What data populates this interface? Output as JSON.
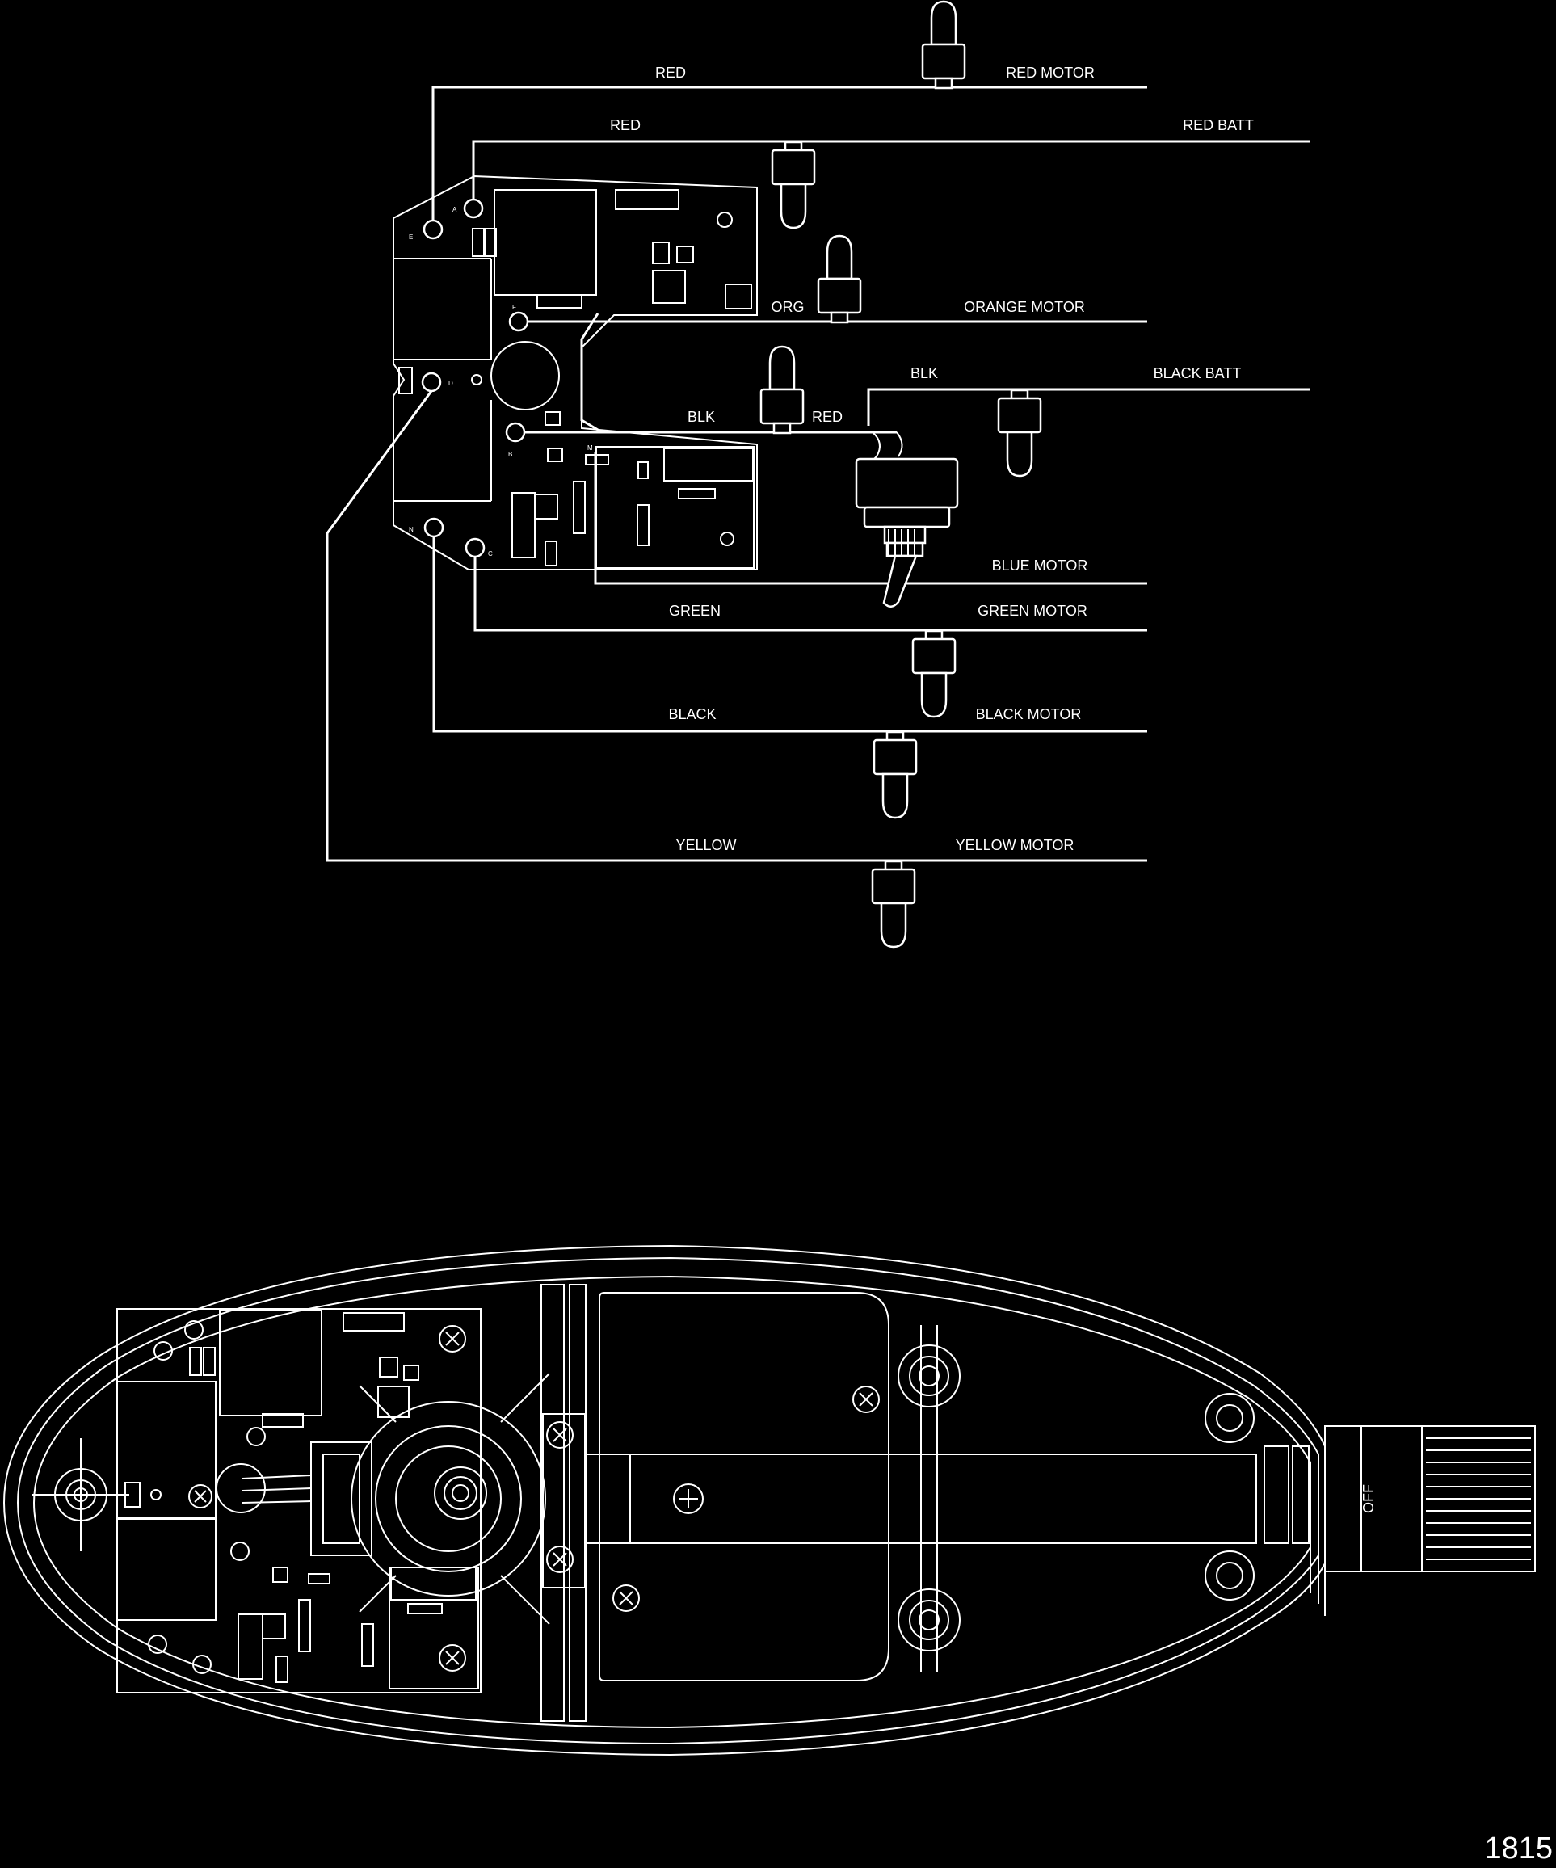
{
  "wire_labels": {
    "red_top": "RED",
    "red_motor": "RED MOTOR",
    "red_second": "RED",
    "red_batt": "RED BATT",
    "org": "ORG",
    "orange_motor": "ORANGE MOTOR",
    "blk_right": "BLK",
    "black_batt": "BLACK BATT",
    "blk_left": "BLK",
    "red_switch": "RED",
    "blue_motor": "BLUE MOTOR",
    "green": "GREEN",
    "green_motor": "GREEN MOTOR",
    "black": "BLACK",
    "black_motor": "BLACK MOTOR",
    "yellow": "YELLOW",
    "yellow_motor": "YELLOW MOTOR"
  },
  "pin_labels": {
    "e": "E",
    "a": "A",
    "f": "F",
    "d": "D",
    "b": "B",
    "m": "M",
    "n": "N",
    "c": "C"
  },
  "housing": {
    "switch_label": "OFF"
  },
  "figure_number": "1815"
}
